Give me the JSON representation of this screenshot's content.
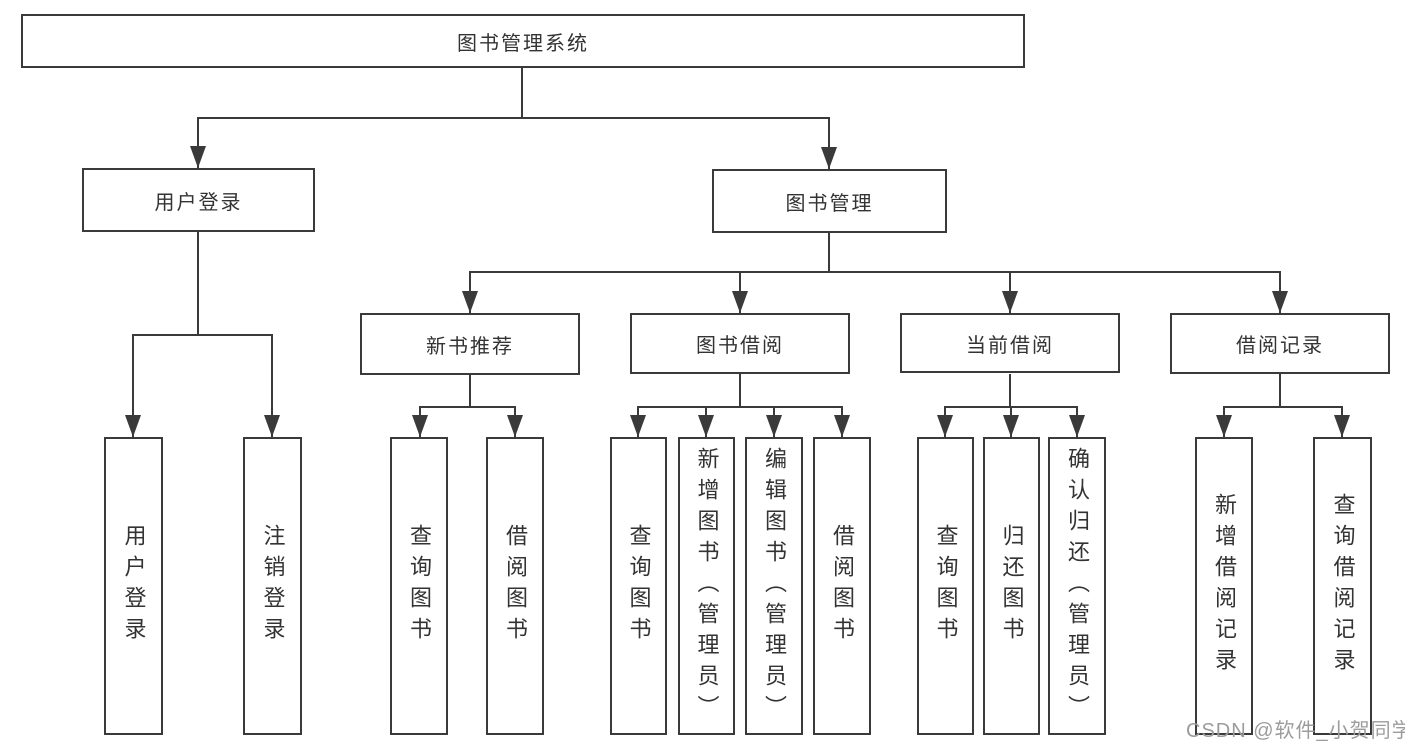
{
  "diagram": {
    "root": "图书管理系统",
    "branches": {
      "user_login": "用户登录",
      "book_mgmt": "图书管理"
    },
    "modules": {
      "new_books": "新书推荐",
      "book_borrow": "图书借阅",
      "current_borrow": "当前借阅",
      "borrow_records": "借阅记录"
    },
    "leaves": {
      "user_login": "用户登录",
      "logout": "注销登录",
      "nb_query_books": "查询图书",
      "nb_borrow_books": "借阅图书",
      "bb_query_books": "查询图书",
      "bb_add_books": "新增图书（管理员）",
      "bb_edit_books": "编辑图书（管理员）",
      "bb_borrow_books": "借阅图书",
      "cb_query_books": "查询图书",
      "cb_return_books": "归还图书",
      "cb_confirm_return": "确认归还（管理员）",
      "br_add_record": "新增借阅记录",
      "br_query_record": "查询借阅记录"
    }
  },
  "watermark": "CSDN @软件_小贺同学",
  "colors": {
    "line": "#3a3a3a",
    "text": "#333333",
    "box_background": "#ffffff",
    "watermark": "#9c9c9c",
    "page_background": "#ffffff"
  }
}
